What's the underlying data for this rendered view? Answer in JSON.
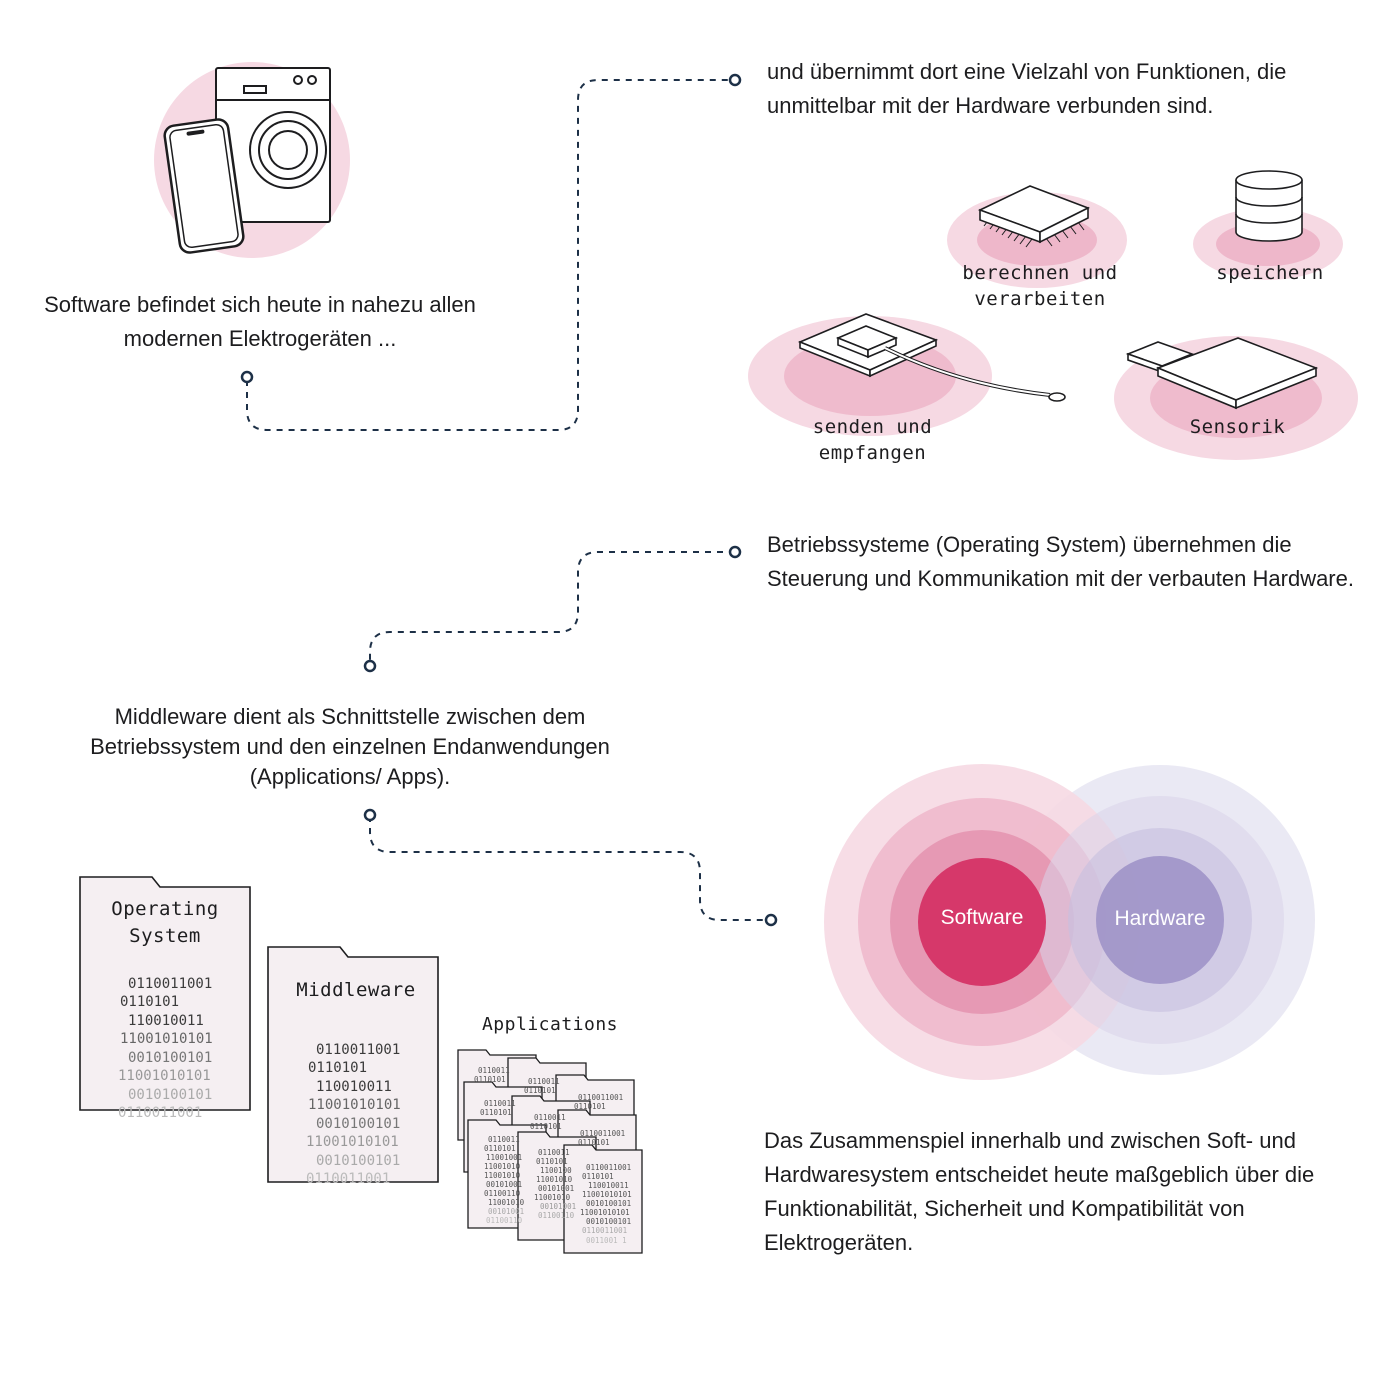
{
  "texts": {
    "intro": "Software befindet sich heute in nahezu allen modernen Elektrogeräten ...",
    "functions": "und übernimmt dort eine Vielzahl von Funktionen, die unmittelbar mit der Hardware verbunden sind.",
    "os": "Betriebssysteme (Operating System) übernehmen die Steuerung und Kommunikation mit der verbauten Hardware.",
    "middleware": "Middleware dient als Schnittstelle zwischen dem Betriebssystem und den einzelnen Endanwendungen (Applications/ Apps).",
    "interplay": "Das Zusammenspiel innerhalb und zwischen Soft- und Hardwaresystem entscheidet heute maßgeblich über die Funktionabilität, Sicherheit und Kompatibilität von Elektrogeräten."
  },
  "functions": {
    "compute": "berechnen und verarbeiten",
    "store": "speichern",
    "transmit": "senden und empfangen",
    "sensor": "Sensorik"
  },
  "docs": {
    "os_title": "Operating System",
    "mw_title": "Middleware",
    "apps_title": "Applications",
    "os_binary": [
      "0110011001",
      "0110101",
      "110010011",
      "11001010101",
      "0010100101",
      "11001010101",
      "0010100101",
      "0110011001"
    ],
    "mw_binary": [
      "0110011001",
      "0110101",
      "110010011",
      "11001010101",
      "0010100101",
      "11001010101",
      "0010100101",
      "0110011001"
    ]
  },
  "venn": {
    "software": "Software",
    "hardware": "Hardware"
  },
  "colors": {
    "pink_light": "#f6d9e3",
    "pink_mid": "#eeb7ca",
    "pink_strong": "#d6386a",
    "purple_light": "#e3e1f0",
    "purple_strong": "#9e93c8",
    "connector": "#1d3047"
  },
  "icons": [
    "washing-machine-icon",
    "smartphone-icon",
    "chip-icon",
    "database-icon",
    "antenna-board-icon",
    "sensor-pad-icon",
    "document-icon"
  ]
}
